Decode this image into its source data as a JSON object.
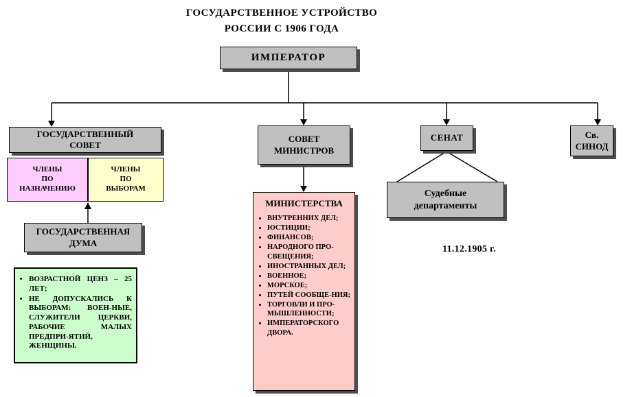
{
  "page": {
    "title_line1": "ГОСУДАРСТВЕННОЕ УСТРОЙСТВО",
    "title_line2": "РОССИИ С 1906 ГОДА"
  },
  "nodes": {
    "emperor": "ИМПЕРАТОР",
    "state_council": "ГОСУДАРСТВЕННЫЙ\nСОВЕТ",
    "members_appointed": "ЧЛЕНЫ\nПО\nНАЗНАЧЕНИЮ",
    "members_elected": "ЧЛЕНЫ\nПО\nВЫБОРАМ",
    "state_duma": "ГОСУДАРСТВЕННАЯ\nДУМА",
    "council_of_ministers": "СОВЕТ\nМИНИСТРОВ",
    "ministries_title": "МИНИСТЕРСТВА",
    "senate": "СЕНАТ",
    "judicial_departments": "Судебные\nдепартаменты",
    "holy_synod": "Св.\nСИНОД",
    "date_note": "11.12.1905 г."
  },
  "ministries": [
    "ВНУТРЕННИХ ДЕЛ;",
    "ЮСТИЦИИ;",
    "ФИНАНСОВ;",
    "НАРОДНОГО ПРО-СВЕЩЕНИЯ;",
    "ИНОСТРАННЫХ ДЕЛ;",
    "ВОЕННОЕ;",
    "МОРСКОЕ;",
    "ПУТЕЙ СООБЩЕ-НИЯ;",
    "ТОРГОВЛИ И ПРО-МЫШЛЕННОСТИ;",
    "ИМПЕРАТОРСКОГО ДВОРА."
  ],
  "duma_electoral_rules": [
    "ВОЗРАСТНОЙ ЦЕНЗ – 25 ЛЕТ;",
    "НЕ ДОПУСКАЛИСЬ К ВЫБОРАМ: ВОЕН-НЫЕ, СЛУЖИТЕЛИ ЦЕРКВИ, РАБОЧИЕ МАЛЫХ ПРЕДПРИ-ЯТИЙ, ЖЕНЩИНЫ."
  ],
  "colors": {
    "node_gray": "#c0c0c0",
    "members_appointed_bg": "#ffccff",
    "members_elected_bg": "#ffffcc",
    "ministries_bg": "#ffcccc",
    "rules_bg": "#ccffcc",
    "line_black": "#000000"
  }
}
